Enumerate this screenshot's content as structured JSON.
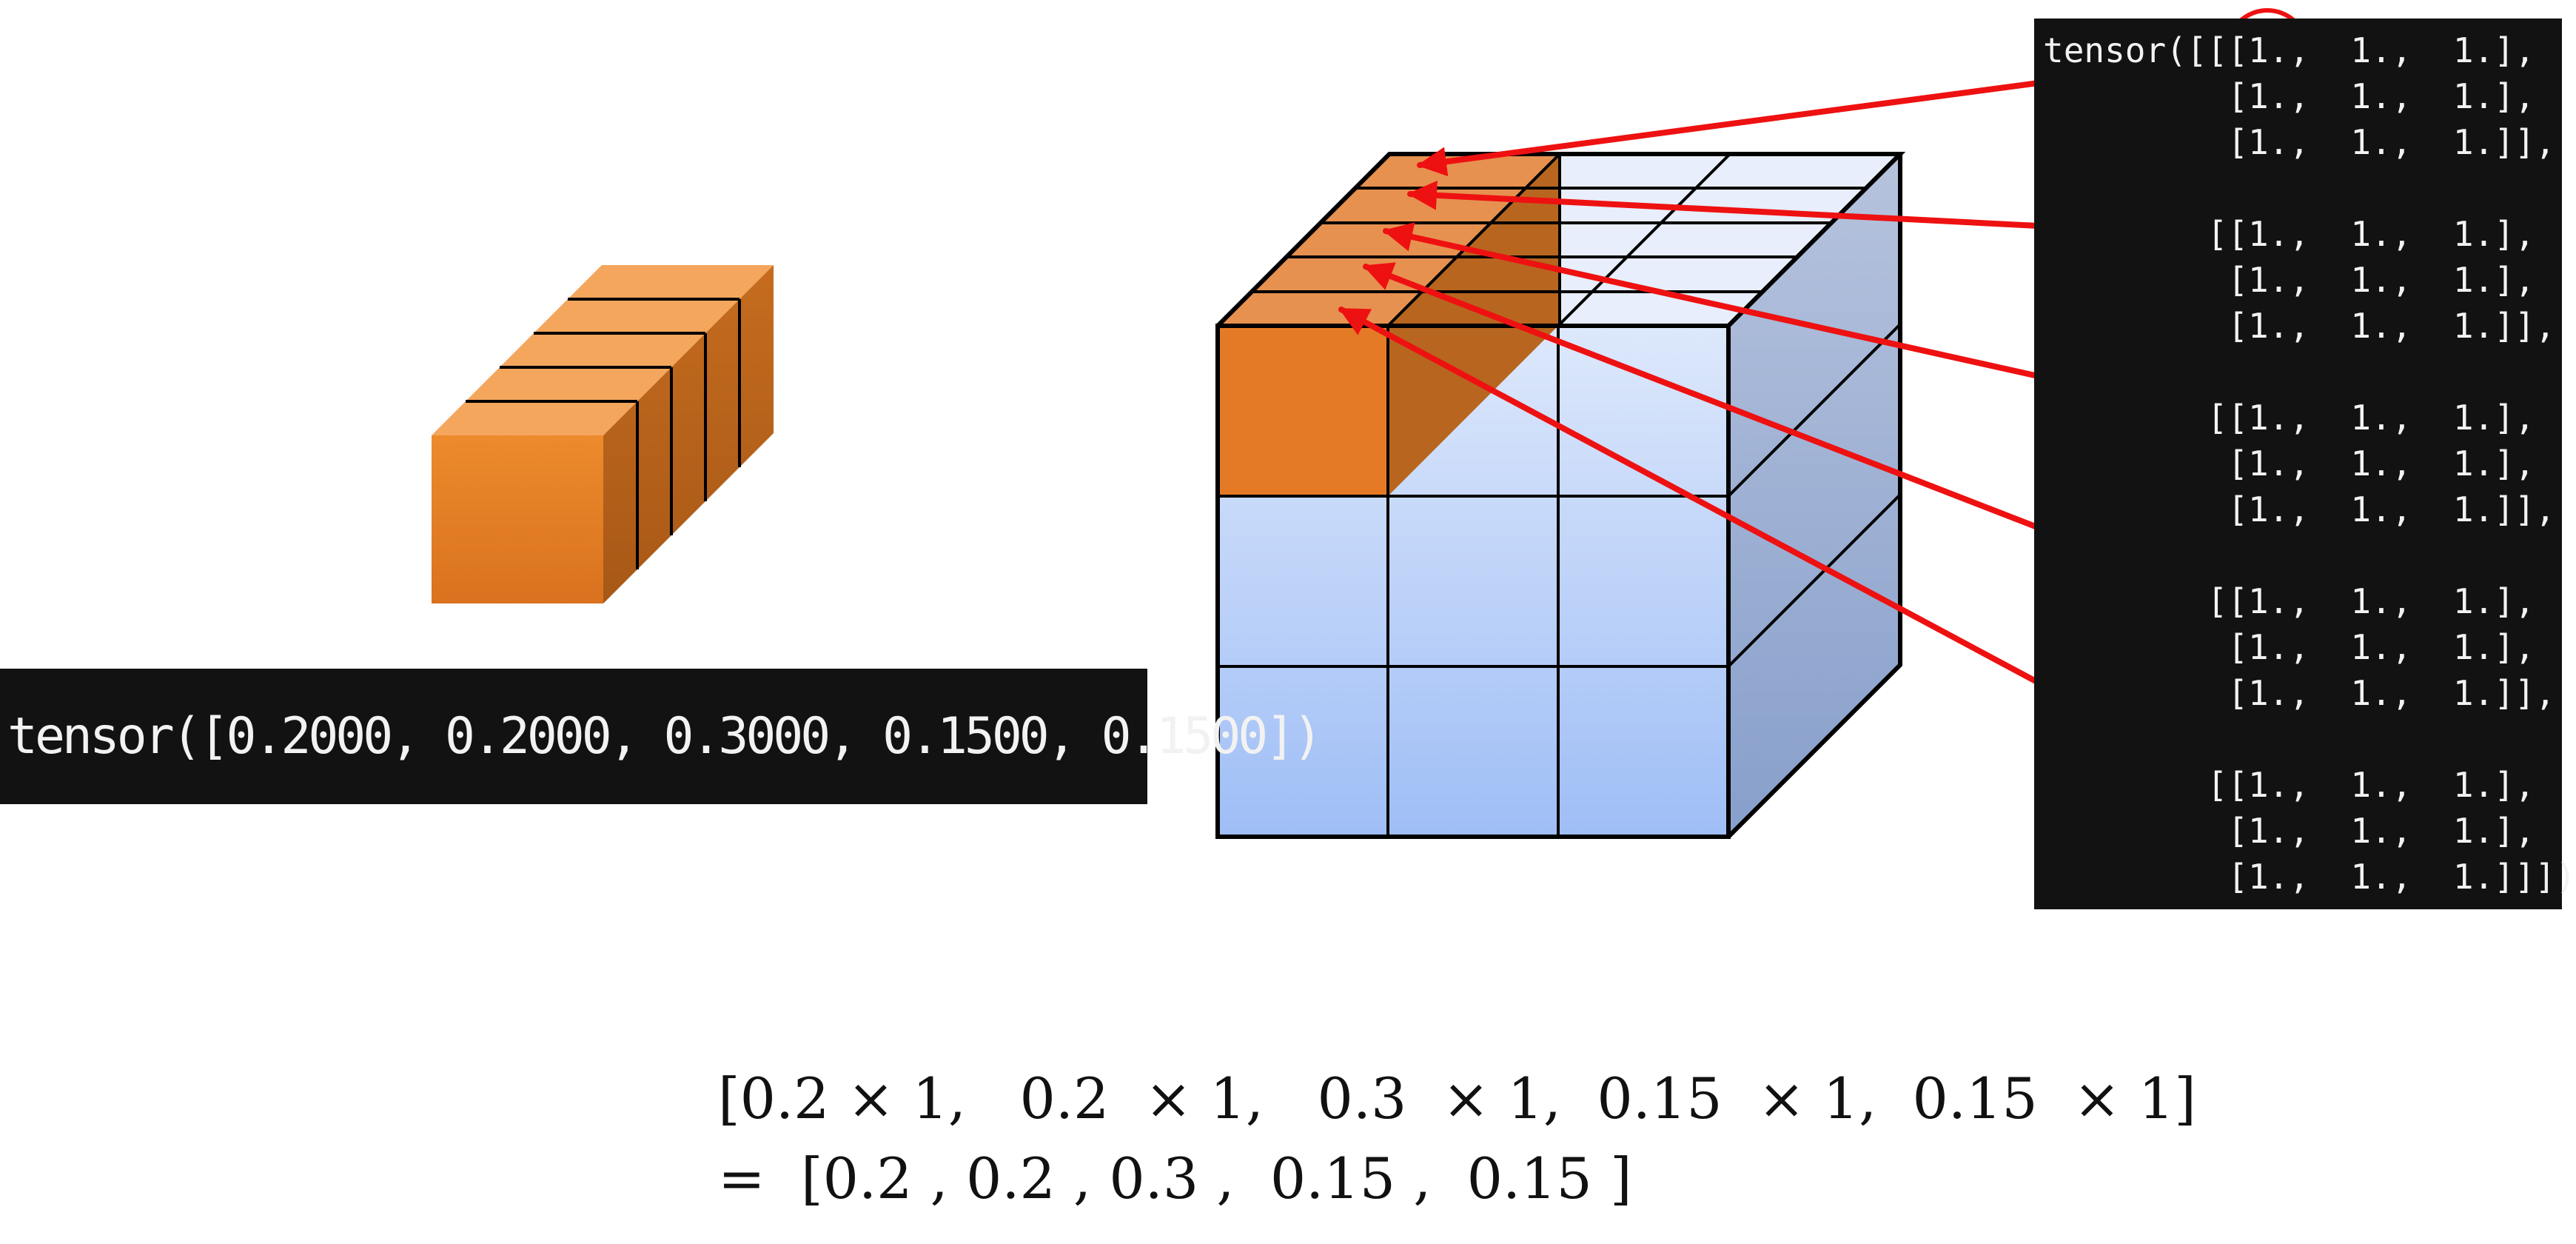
{
  "left_tensor": {
    "text": "tensor([0.2000, 0.2000, 0.3000, 0.1500, 0.1500])"
  },
  "right_tensor": {
    "lines": [
      "tensor([[[1.,  1.,  1.],",
      "         [1.,  1.,  1.],",
      "         [1.,  1.,  1.]],",
      "",
      "        [[1.,  1.,  1.],",
      "         [1.,  1.,  1.],",
      "         [1.,  1.,  1.]],",
      "",
      "        [[1.,  1.,  1.],",
      "         [1.,  1.,  1.],",
      "         [1.,  1.,  1.]],",
      "",
      "        [[1.,  1.,  1.],",
      "         [1.,  1.,  1.],",
      "         [1.,  1.,  1.]],",
      "",
      "        [[1.,  1.,  1.],",
      "         [1.,  1.,  1.],",
      "         [1.,  1.,  1.]]])"
    ]
  },
  "formula": {
    "line1": "[0.2 × 1,   0.2  × 1,   0.3  × 1,  0.15  × 1,  0.15  × 1]",
    "line2": "=  [0.2 , 0.2 , 0.3 ,  0.15 ,  0.15 ]"
  },
  "colors": {
    "orange_front": "#e57e24",
    "orange_top": "#f4a65c",
    "orange_side": "#b8661f",
    "blue_front_top": "#dbe6fb",
    "blue_front_bottom": "#a1c0f6",
    "blue_side": "#9eb0cf",
    "arrow_red": "#ee1111",
    "terminal_bg": "#121212"
  }
}
